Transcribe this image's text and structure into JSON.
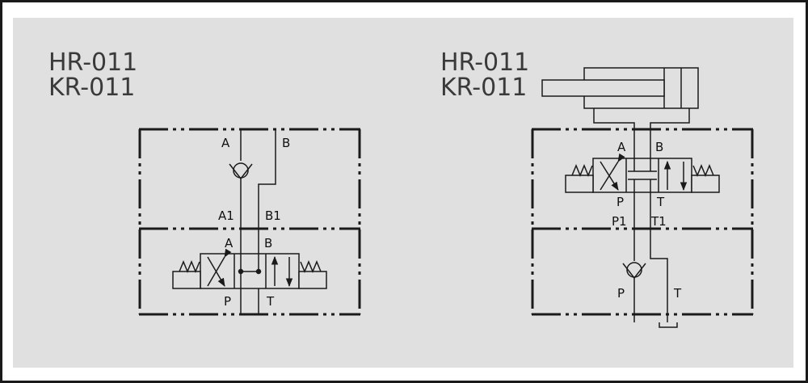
{
  "colors": {
    "panel_bg": "#e0e0e0",
    "line": "#1a1a1a",
    "title": "#3a3a3a"
  },
  "left": {
    "title_line1": "HR-011",
    "title_line2": "KR-011",
    "ports": {
      "a_top": "A",
      "b_top": "B",
      "a1": "A1",
      "b1": "B1",
      "a_valve": "A",
      "b_valve": "B",
      "p": "P",
      "t": "T"
    }
  },
  "right": {
    "title_line1": "HR-011",
    "title_line2": "KR-011",
    "ports": {
      "a": "A",
      "b": "B",
      "p_valve": "P",
      "t_valve": "T",
      "p1": "P1",
      "t1": "T1",
      "p": "P",
      "t": "T"
    }
  }
}
